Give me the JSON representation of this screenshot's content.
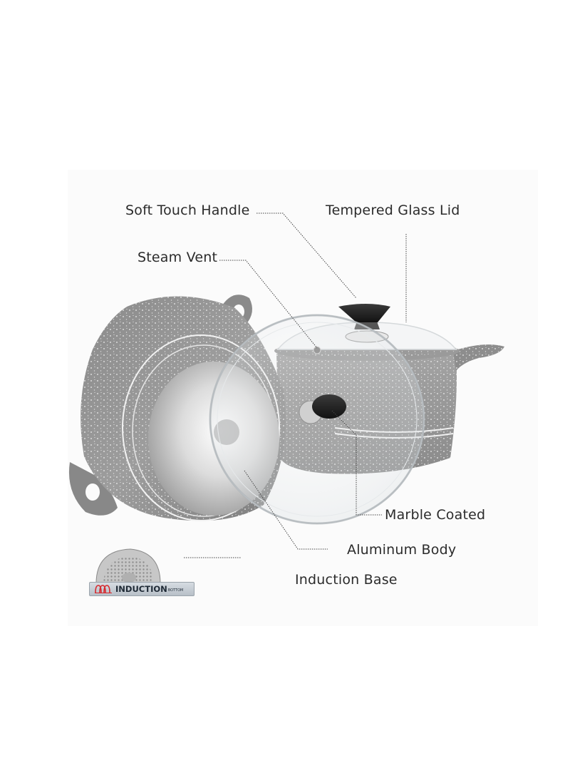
{
  "callouts": {
    "soft_touch_handle": "Soft Touch Handle",
    "tempered_glass_lid": "Tempered Glass Lid",
    "steam_vent": "Steam Vent",
    "marble_coated": "Marble Coated",
    "aluminum_body": "Aluminum Body",
    "induction_base": "Induction Base"
  },
  "badge": {
    "main_text": "INDUCTION",
    "small_text": "BOTTOM",
    "icon": "induction-coil-icon"
  },
  "colors": {
    "marble_gray": "#8e8e8e",
    "speckle": "#e9e9e9",
    "knob_black": "#1c1c1c",
    "steel": "#d8d8d8",
    "leader_line": "#444444",
    "coil_red": "#d6282d"
  }
}
